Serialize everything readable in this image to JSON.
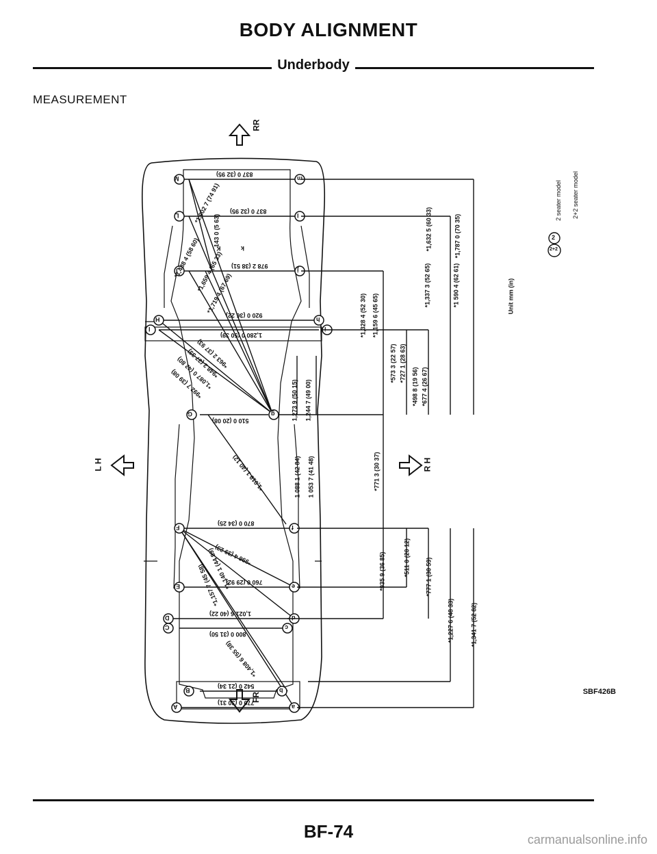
{
  "header": {
    "title": "BODY ALIGNMENT",
    "subtitle": "Underbody"
  },
  "section_title": "MEASUREMENT",
  "directions": {
    "top": "RR",
    "bottom": "FR",
    "left": "L H",
    "right": "R H"
  },
  "legend": {
    "unit": "Unit mm (in)",
    "symbol_2": "2",
    "symbol_2plus2": "2+2",
    "two_seater": "2 seater model",
    "two_plus_two": "2+2 seater model"
  },
  "point_labels": [
    "A",
    "B",
    "C",
    "D",
    "E",
    "F",
    "G",
    "H",
    "I",
    "J",
    "K",
    "L",
    "M"
  ],
  "point_labels_right": [
    "a",
    "b",
    "c",
    "d",
    "e",
    "f",
    "g",
    "h",
    "i",
    "j",
    "k",
    "l",
    "m"
  ],
  "transverse_dims": [
    "837 0 (32 95)",
    "837 0 (32 95)",
    "978 2 (38 51)",
    "920 0 (36 22)",
    "1,280 0 (50 39)",
    "510 0 (20 08)",
    "870 0 (34 25)",
    "760 0 (29 92)",
    "1,021 6 (40 22)",
    "800 0 (31 50)",
    "542 0 (21 34)",
    "770 0 (30 31)"
  ],
  "small_dim": "143 0 (5 63)",
  "diagonal_dims_rear": [
    "*1,902 7 (74 91)",
    "*1,488 4 (58 60)",
    "*1,659 4 (65 33)",
    "*1,719 4 (67 69)"
  ],
  "diagonal_dims_mid": [
    "*963 2 (37 93)",
    "*948 2 (37 33)",
    "*1,087 0 (42 80)",
    "*992 7 (39 08)"
  ],
  "diagonal_dims_front": [
    "*1,019 1 (40 12)",
    "*996 4 (39 23)",
    "*1,140 1 (44 89)",
    "*1,157 7 (45 58)",
    "*1,408 6 (55 38)"
  ],
  "vertical_dims_left": [
    "1 088 1 (42 84)",
    "1 053 7 (41 48)",
    "1,273 9 (50 15)",
    "1,244 7 (49 00)"
  ],
  "vertical_dims_right": [
    "*1,328 4 (52 30)",
    "*1,159 6 (45 65)",
    "*573 3 (22 57)",
    "*727 1 (28 63)",
    "*498 8 (19 56)",
    "*677 4 (26 67)",
    "*771 3 (30 37)",
    "*935 9 (36 85)",
    "*511 0 (20 12)",
    "*777 1 (30 59)",
    "*1,227 6 (48 33)",
    "*1,341 7 (52 82)",
    "*1,337 3 (52 65)",
    "*1 590 4 (62 61)",
    "*1,632 5 (60 33)",
    "*1,787 0 (70 35)"
  ],
  "figure_code": "SBF426B",
  "page_number": "BF-74",
  "watermark": "carmanualsonline.info",
  "colors": {
    "ink": "#111111",
    "background": "#ffffff",
    "watermark": "#9a9a9a"
  }
}
